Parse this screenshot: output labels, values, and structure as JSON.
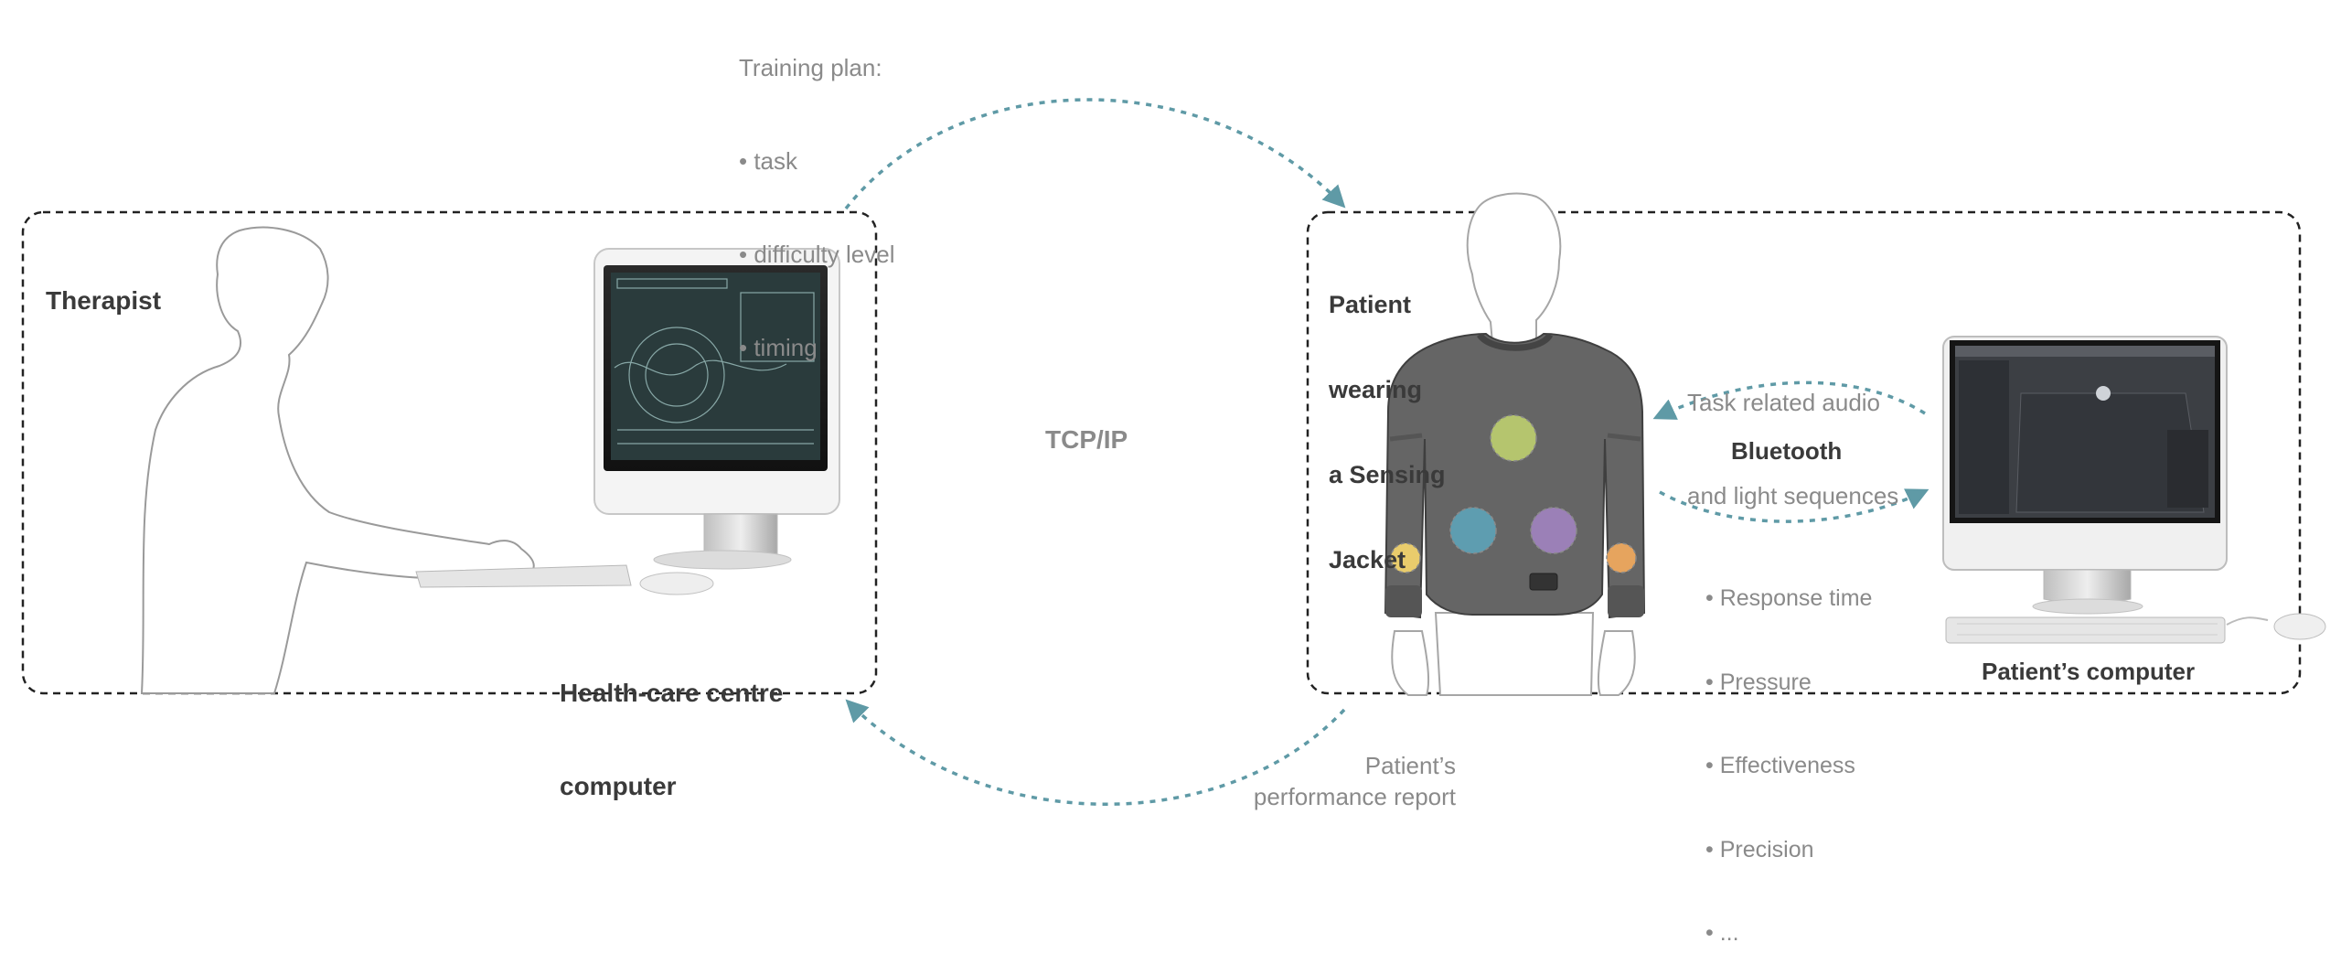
{
  "title": "",
  "training_plan": {
    "heading": "Training plan:",
    "items": [
      "task",
      "difficulty level",
      "timing"
    ]
  },
  "therapist_label": "Therapist",
  "hc_computer_label": [
    "Health-care centre",
    "computer"
  ],
  "tcpip_label": "TCP/IP",
  "patient_label": [
    "Patient",
    "wearing",
    "a Sensing",
    "Jacket"
  ],
  "audio_label": [
    "Task related audio",
    "and light sequences"
  ],
  "bluetooth_label": "Bluetooth",
  "metrics": [
    "Response time",
    "Pressure",
    "Effectiveness",
    "Precision",
    "..."
  ],
  "patient_computer_label": "Patient’s computer",
  "report_label": [
    "Patient’s",
    "performance report"
  ],
  "colors": {
    "arrow": "#5f9aa6",
    "sensor_chest": "#b5c56e",
    "sensor_left": "#5e9db0",
    "sensor_right": "#9b80b7",
    "sensor_wrist_left": "#e9cc6c",
    "sensor_wrist_right": "#e6a45e",
    "jacket": "#656565"
  }
}
